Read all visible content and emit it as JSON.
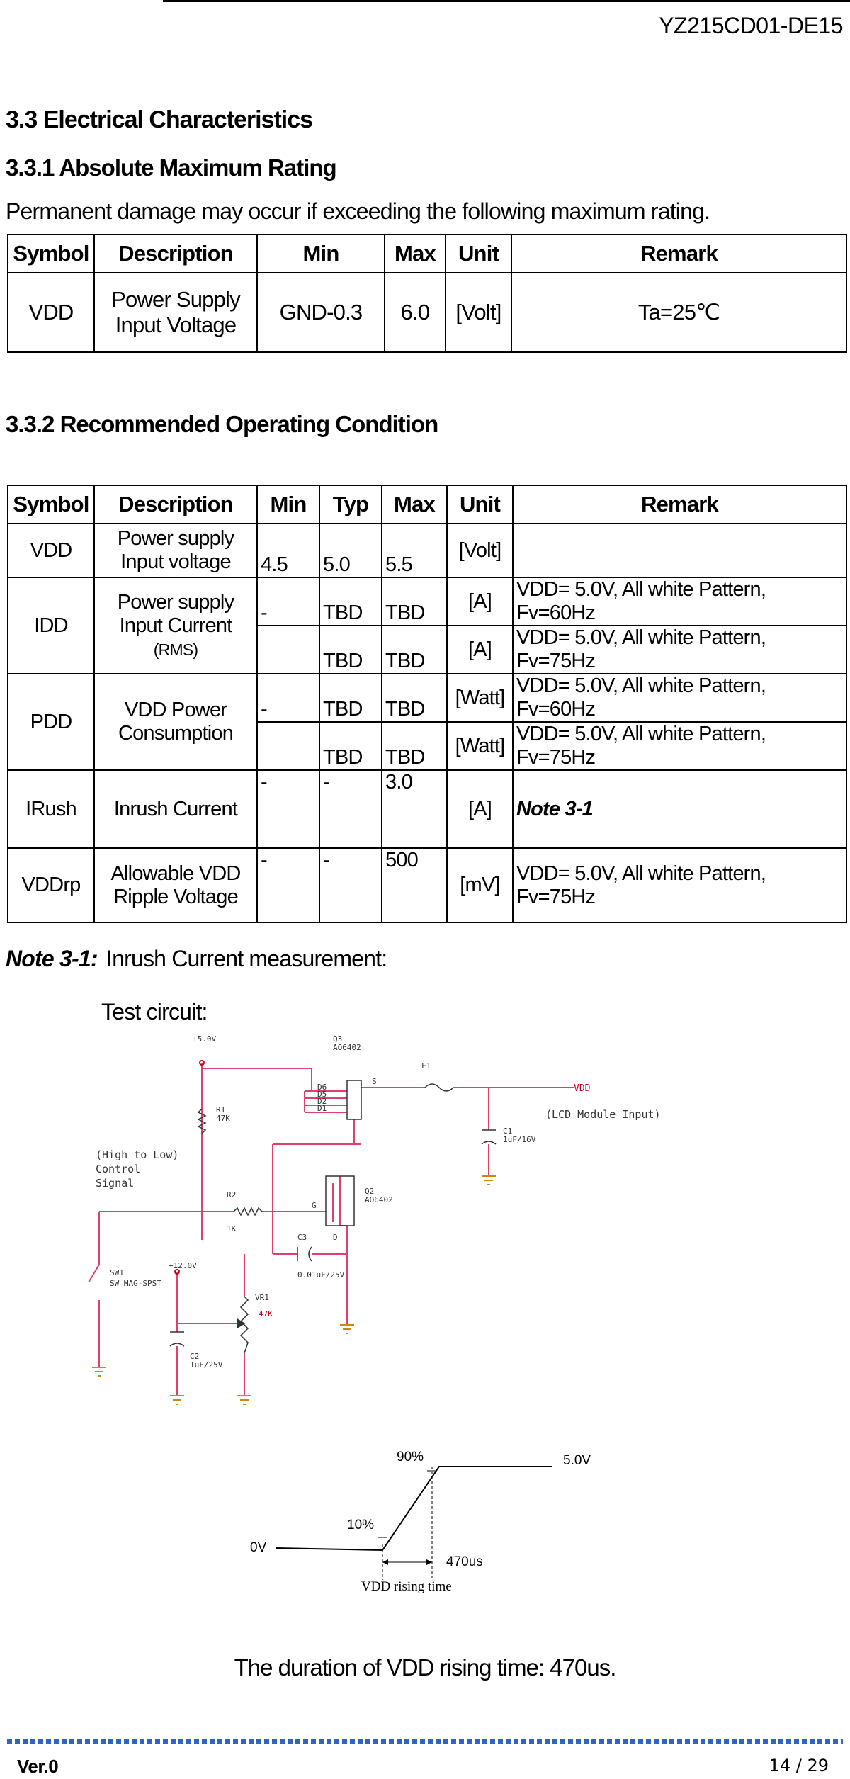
{
  "header": {
    "doc_id": "YZ215CD01-DE15"
  },
  "section": {
    "title": "3.3 Electrical Characteristics",
    "sub1": "3.3.1 Absolute Maximum Rating",
    "intro": "Permanent damage may occur if exceeding the following maximum rating.",
    "sub2": "3.3.2 Recommended Operating Condition"
  },
  "table1": {
    "headers": [
      "Symbol",
      "Description",
      "Min",
      "Max",
      "Unit",
      "Remark"
    ],
    "row": {
      "symbol": "VDD",
      "desc1": "Power Supply",
      "desc2": "Input Voltage",
      "min": "GND-0.3",
      "max": "6.0",
      "unit": "[Volt]",
      "remark": "Ta=25℃"
    }
  },
  "table2": {
    "headers": [
      "Symbol",
      "Description",
      "Min",
      "Typ",
      "Max",
      "Unit",
      "Remark"
    ],
    "vdd": {
      "symbol": "VDD",
      "desc1": "Power supply",
      "desc2": "Input voltage",
      "min": "4.5",
      "typ": "5.0",
      "max": "5.5",
      "unit": "[Volt]",
      "remark": ""
    },
    "idd": {
      "symbol": "IDD",
      "desc1": "Power supply",
      "desc2": "Input Current",
      "desc2_small": "(RMS)",
      "r1": {
        "min": "-",
        "typ": "TBD",
        "max": "TBD",
        "unit": "[A]",
        "remark": "VDD= 5.0V, All white Pattern, Fv=60Hz"
      },
      "r2": {
        "typ": "TBD",
        "max": "TBD",
        "unit": "[A]",
        "remark": "VDD= 5.0V, All white Pattern, Fv=75Hz"
      }
    },
    "pdd": {
      "symbol": "PDD",
      "desc1": "VDD Power",
      "desc2": "Consumption",
      "r1": {
        "min": "-",
        "typ": "TBD",
        "max": "TBD",
        "unit": "[Watt]",
        "remark": "VDD= 5.0V, All white Pattern, Fv=60Hz"
      },
      "r2": {
        "typ": "TBD",
        "max": "TBD",
        "unit": "[Watt]",
        "remark": "VDD= 5.0V, All white Pattern, Fv=75Hz"
      }
    },
    "irush": {
      "symbol": "IRush",
      "desc": "Inrush Current",
      "min": "-",
      "typ": "-",
      "max": "3.0",
      "unit": "[A]",
      "remark": "Note 3-1"
    },
    "vddrp": {
      "symbol": "VDDrp",
      "desc1": "Allowable VDD",
      "desc2": "Ripple Voltage",
      "min": "-",
      "typ": "-",
      "max": "500",
      "unit": "[mV]",
      "remark": "VDD= 5.0V, All white Pattern, Fv=75Hz"
    }
  },
  "note": {
    "label": "Note 3-1:",
    "text": "Inrush Current measurement:",
    "test_circuit": "Test circuit:"
  },
  "circuit": {
    "v5": "+5.0V",
    "q3": "Q3",
    "q3p": "AO6402",
    "pins": [
      "D6",
      "D5",
      "D2",
      "D1"
    ],
    "s": "S",
    "f1": "F1",
    "vdd": "VDD",
    "lcd": "(LCD Module Input)",
    "c1": "C1",
    "c1v": "1uF/16V",
    "r1": "R1",
    "r1v": "47K",
    "ctrl1": "(High to Low)",
    "ctrl2": "Control",
    "ctrl3": "Signal",
    "r2": "R2",
    "r2v": "1K",
    "q2": "Q2",
    "q2p": "AO6402",
    "g": "G",
    "d": "D",
    "sw1": "SW1",
    "sw": "SW MAG-SPST",
    "v12": "+12.0V",
    "c3": "C3",
    "c3v": "0.01uF/25V",
    "vr1": "VR1",
    "vr1v": "47K",
    "c2": "C2",
    "c2v": "1uF/25V"
  },
  "waveform": {
    "p90": "90%",
    "p10": "10%",
    "v5": "5.0V",
    "v0": "0V",
    "t": "470us",
    "label": "VDD rising time"
  },
  "duration": "The duration of VDD rising time: 470us.",
  "footer": {
    "ver": "Ver.0",
    "page": "14 / 29"
  }
}
